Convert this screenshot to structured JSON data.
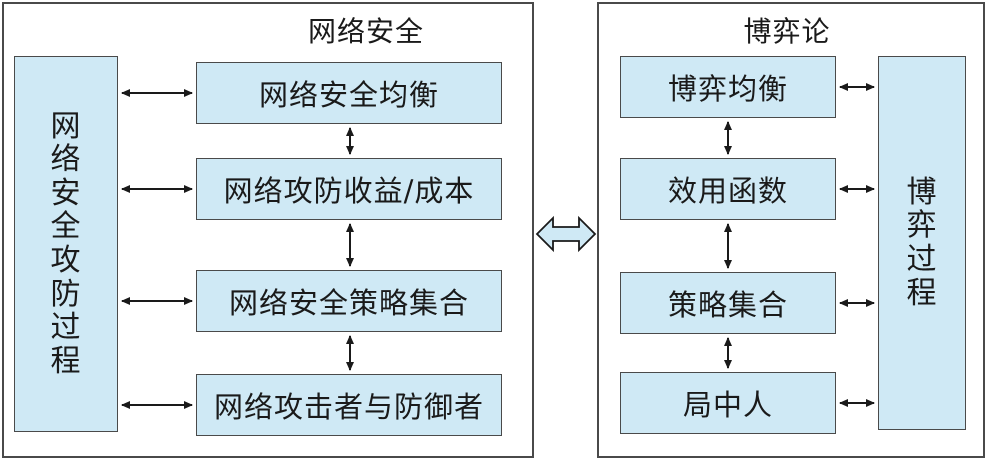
{
  "left_panel": {
    "title": "网络安全",
    "side_label": [
      "网",
      "络",
      "安",
      "全",
      "攻",
      "防",
      "过",
      "程"
    ],
    "boxes": [
      "网络安全均衡",
      "网络攻防收益/成本",
      "网络安全策略集合",
      "网络攻击者与防御者"
    ]
  },
  "right_panel": {
    "title": "博弈论",
    "side_label": [
      "博",
      "弈",
      "过",
      "程"
    ],
    "boxes": [
      "博弈均衡",
      "效用函数",
      "策略集合",
      "局中人"
    ]
  },
  "colors": {
    "box_fill": "#cfe9f5",
    "border": "#4a4a4a",
    "arrow": "#1a1a1a"
  }
}
